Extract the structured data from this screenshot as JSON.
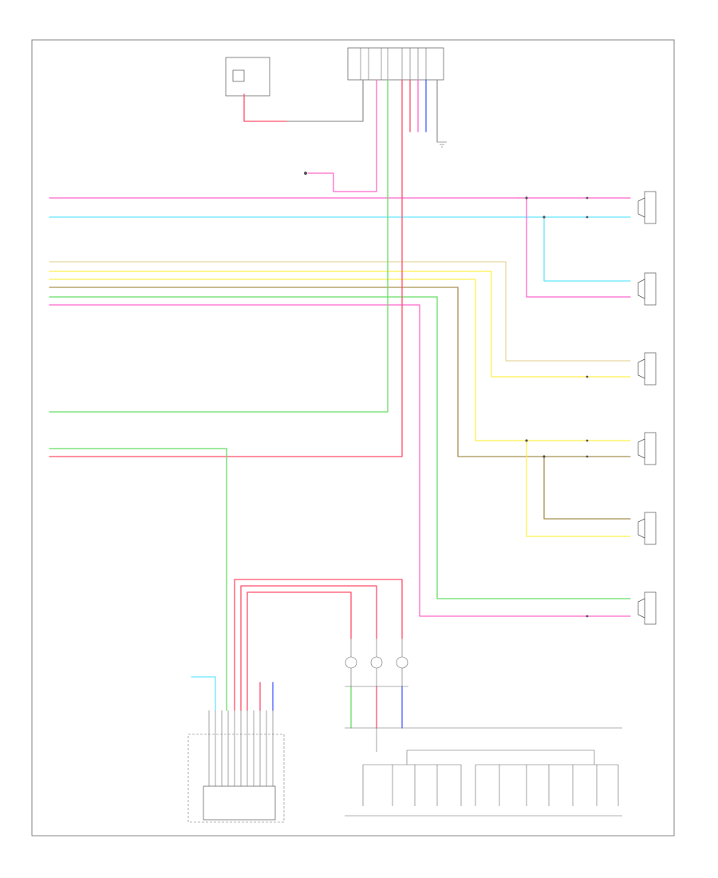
{
  "diagram": {
    "footer_code": "",
    "lower_left_caption": "",
    "lower_right_caption": "",
    "audio_unit_label": "",
    "antenna_label": "",
    "speakers": [
      {
        "id": "lf-tweeter",
        "caption": ""
      },
      {
        "id": "lf-door",
        "caption": ""
      },
      {
        "id": "lr",
        "caption": ""
      },
      {
        "id": "rf-tweeter",
        "caption": ""
      },
      {
        "id": "rf-door",
        "caption": ""
      },
      {
        "id": "rr",
        "caption": ""
      }
    ],
    "wire_colors": {
      "pink": "#ff66cc",
      "cyan": "#66e6ff",
      "tan": "#e8d8a0",
      "yellow": "#fff04a",
      "brown": "#a89050",
      "green": "#66dd66",
      "red": "#ff4d6a",
      "blue": "#4a5cff",
      "gray": "#999999"
    }
  }
}
